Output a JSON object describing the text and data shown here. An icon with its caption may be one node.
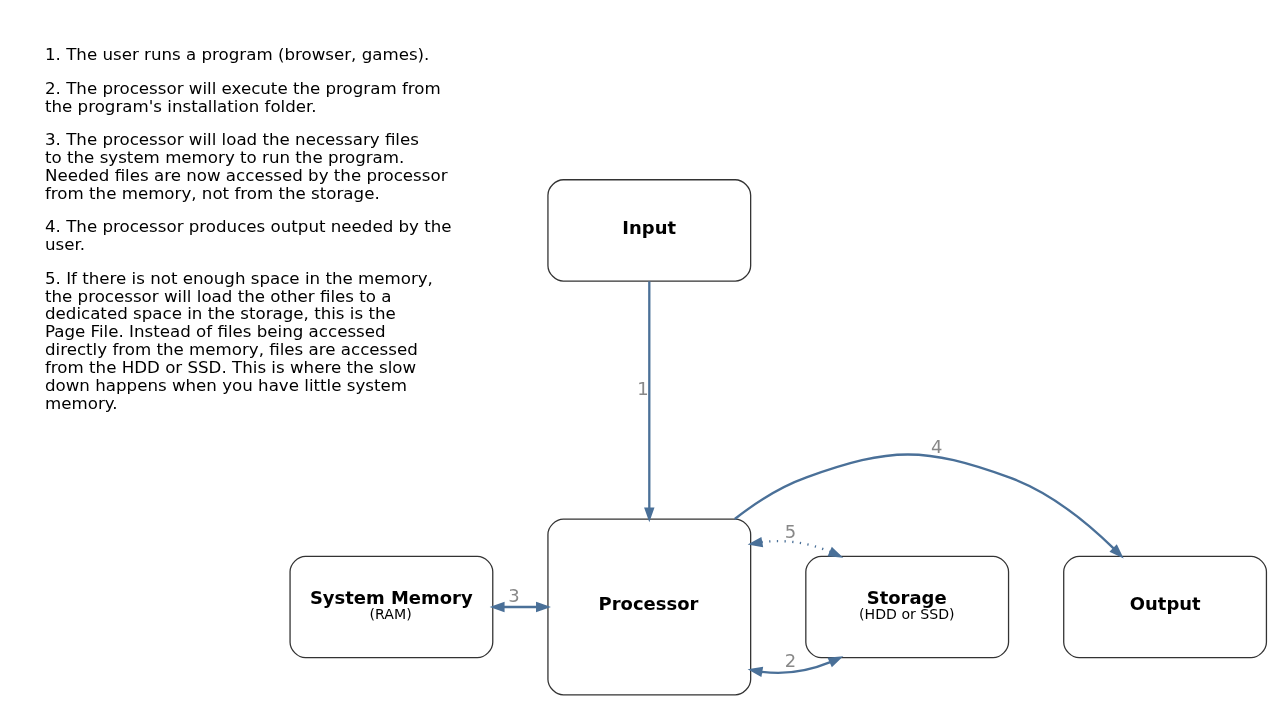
{
  "diagram": {
    "nodes": [
      {
        "text": [
          "Input"
        ]
      },
      {
        "text": [
          "Processor"
        ]
      },
      {
        "text": [
          "System Memory",
          "(RAM)"
        ]
      },
      {
        "text": [
          "Output"
        ]
      },
      {
        "text": [
          "Storage",
          "(HDD or SSD)"
        ]
      }
    ],
    "edges": [
      {
        "from": 0,
        "to": 1,
        "arrow": "to",
        "label": "1"
      },
      {
        "from": 2,
        "to": 1,
        "arrow": "both",
        "label": "3"
      },
      {
        "from": 1,
        "to": 3,
        "arrow": "to",
        "label": "4"
      },
      {
        "from": 1,
        "to": 4,
        "arrow": "both",
        "label": "2"
      },
      {
        "from": 1,
        "to": 4,
        "arrow": "both",
        "label": "5",
        "style": "dashed"
      }
    ],
    "labels": [
      "1. The user runs a program (browser, games).",
      "2. The processor will execute the program from the program's installation folder.",
      "3. The processor will load the necessary files to the system memory to run the program. Needed files are now accessed by the processor from the memory, not from the storage.",
      "4. The processor produces output needed by the user.",
      "5. If there is not enough space in the memory, the processor will load the other files to a dedicated space in the storage, this is the Page File. Instead of files being accessed directly from the memory, files are accessed from the HDD or SSD. This is where the slow down happens when you have little system memory."
    ]
  }
}
